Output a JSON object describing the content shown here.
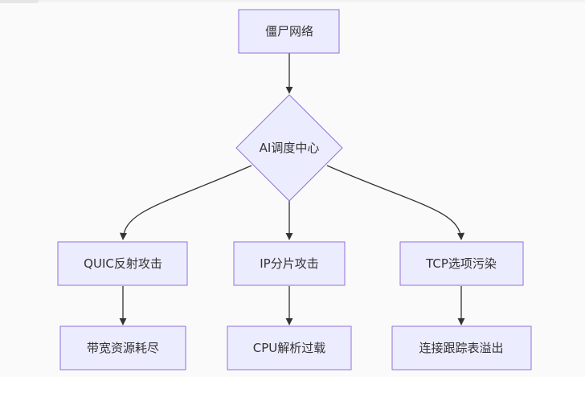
{
  "diagram": {
    "nodes": {
      "botnet": "僵尸网络",
      "ai_hub": "AI调度中心",
      "quic": "QUIC反射攻击",
      "ipfrag": "IP分片攻击",
      "tcpopt": "TCP选项污染",
      "bandwidth": "带宽资源耗尽",
      "cpu": "CPU解析过载",
      "conntrack": "连接跟踪表溢出"
    },
    "edges": [
      [
        "botnet",
        "ai_hub"
      ],
      [
        "ai_hub",
        "quic"
      ],
      [
        "ai_hub",
        "ipfrag"
      ],
      [
        "ai_hub",
        "tcpopt"
      ],
      [
        "quic",
        "bandwidth"
      ],
      [
        "ipfrag",
        "cpu"
      ],
      [
        "tcpopt",
        "conntrack"
      ]
    ],
    "colors": {
      "node_fill": "#ECECFF",
      "node_stroke": "#9370DB",
      "edge": "#333333",
      "text": "#333333",
      "background": "#fafafa"
    }
  }
}
